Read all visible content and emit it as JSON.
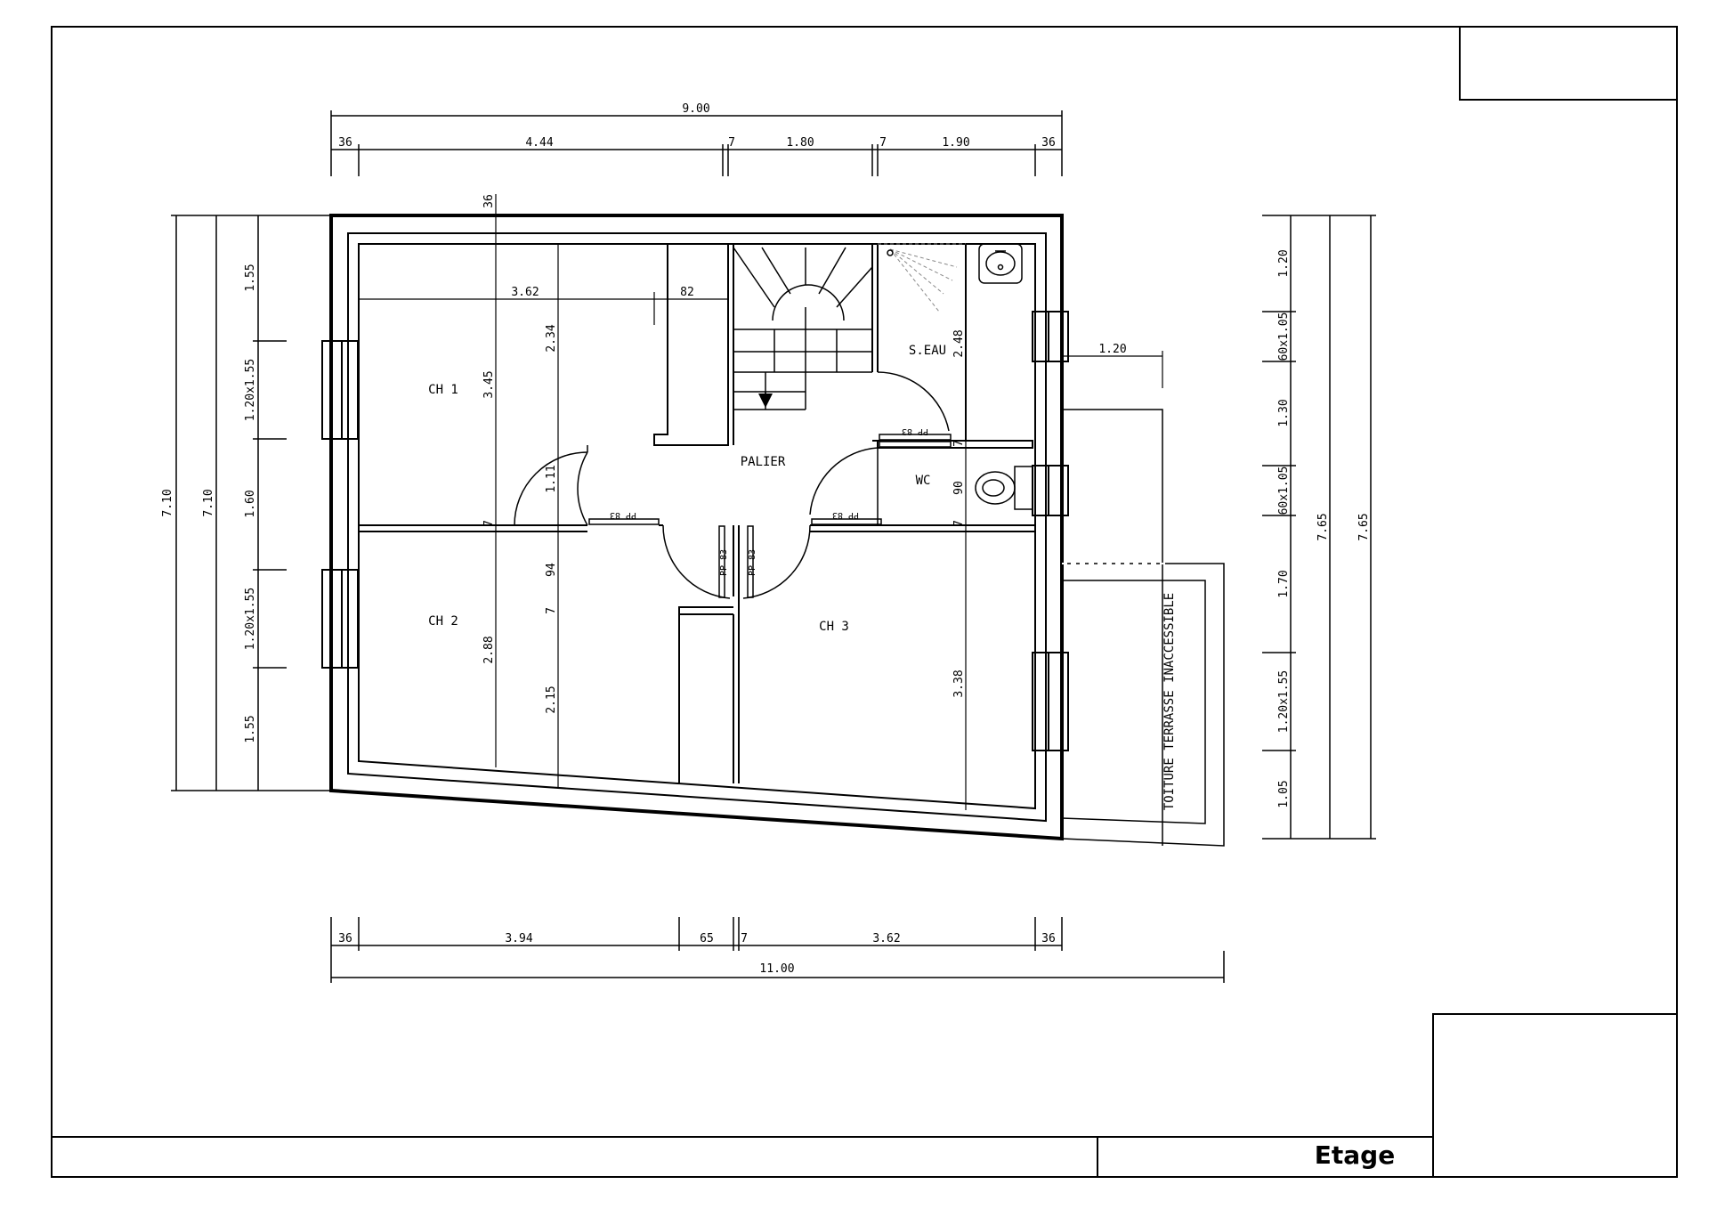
{
  "drawing": {
    "sheet_title": "Etage",
    "rooms": {
      "ch1": "CH 1",
      "ch2": "CH 2",
      "ch3": "CH 3",
      "palier": "PALIER",
      "seau": "S.EAU",
      "wc": "WC",
      "terrace": "TOITURE  TERRASSE  INACCESSIBLE"
    },
    "doors": {
      "pp83": "PP 83"
    },
    "dims_top": {
      "overall": "9.00",
      "seg_1": "36",
      "seg_2": "4.44",
      "seg_3": "7",
      "seg_4": "1.80",
      "seg_5": "7",
      "seg_6": "1.90",
      "seg_7": "36"
    },
    "dims_bottom": {
      "overall": "11.00",
      "seg_1": "36",
      "seg_2": "3.94",
      "seg_3": "65",
      "seg_4": "7",
      "seg_5": "3.62",
      "seg_6": "36"
    },
    "dims_left": {
      "overall_a": "7.10",
      "overall_b": "7.10",
      "seg_1": "1.55",
      "seg_2": "1.20x1.55",
      "seg_3": "1.60",
      "seg_4": "1.20x1.55",
      "seg_5": "1.55"
    },
    "dims_right": {
      "overall_a": "7.65",
      "overall_b": "7.65",
      "seg_1": "1.20",
      "seg_2": "60x1.05",
      "seg_3": "1.30",
      "seg_4": "60x1.05",
      "seg_5": "1.70",
      "seg_6": "1.20x1.55",
      "seg_7": "1.05"
    },
    "dims_interior": {
      "wall_36": "36",
      "ch1_width": "3.62",
      "closet": "82",
      "ch1_depth": "3.45",
      "ch1_inner": "2.34",
      "palier_1": "1.11",
      "wall_7a": "7",
      "palier_94": "94",
      "wall_7b": "7",
      "ch2_depth": "2.88",
      "ch2_inner": "2.15",
      "seau_depth": "2.48",
      "wall_7c": "7",
      "wc_90": "90",
      "wall_7d": "7",
      "ch3_depth": "3.38",
      "window_1_20": "1.20"
    }
  }
}
